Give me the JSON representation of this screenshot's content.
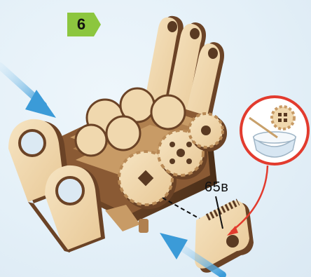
{
  "step": {
    "number": "6",
    "badge_color": "#8cc63f"
  },
  "callout": {
    "part_label": "65в"
  },
  "colors": {
    "arrow_blue": "#3b9bd8",
    "leader_red": "#e23b2e",
    "wood_light": "#f1dcb6",
    "wood_dark": "#5a3a22"
  },
  "icons": {
    "assembly_arrows": "blue-motion-arrow",
    "glue": "glue-bowl-icon"
  }
}
